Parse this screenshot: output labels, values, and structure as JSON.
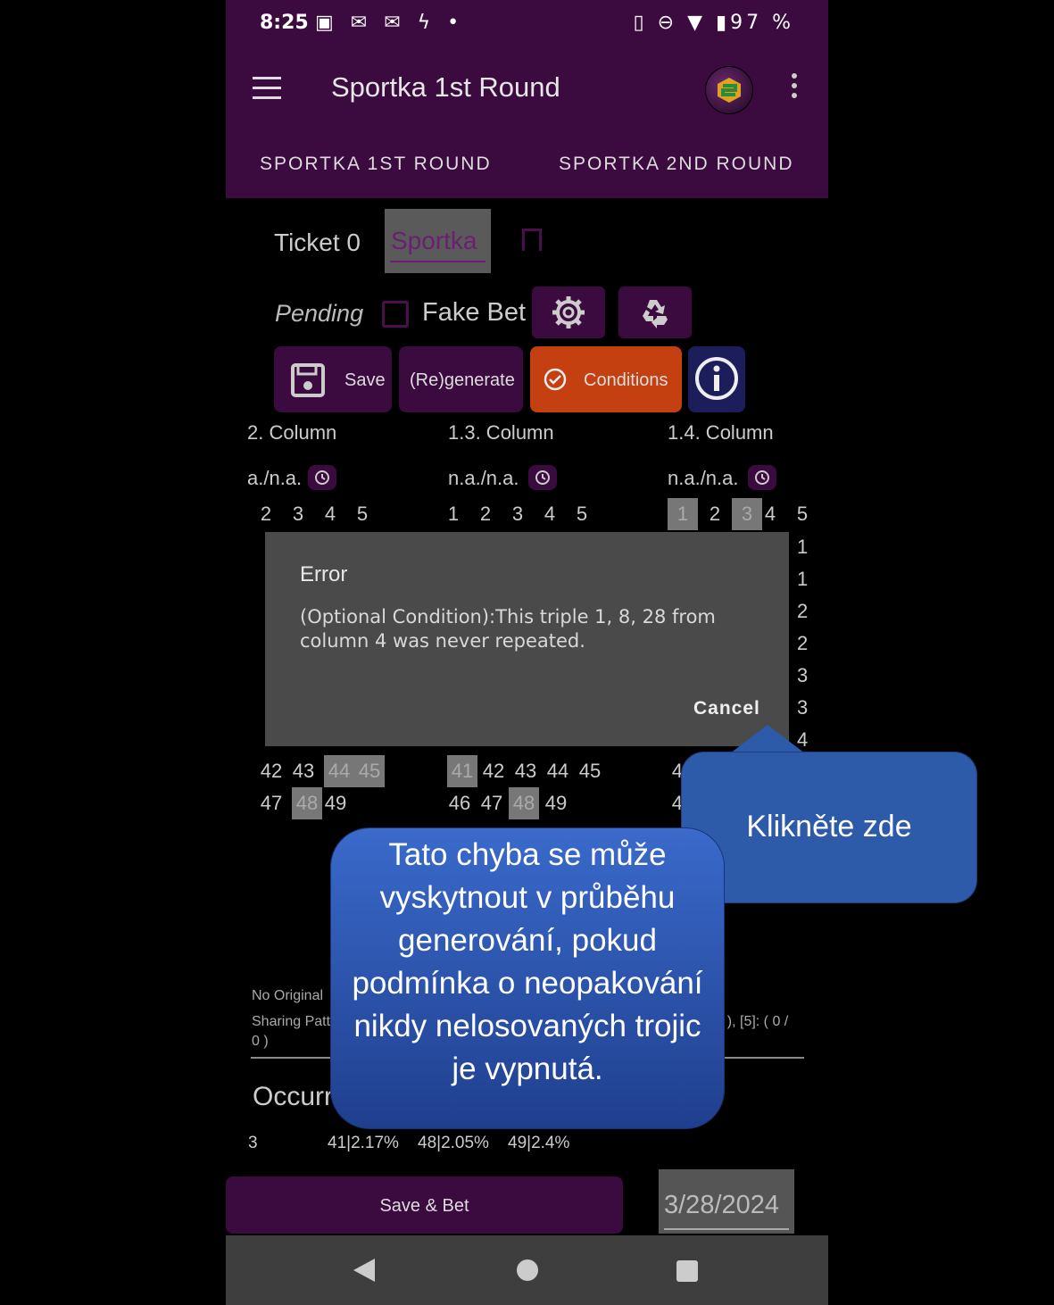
{
  "status_bar": {
    "time": "8:25",
    "battery": "97 %"
  },
  "app_bar": {
    "title": "Sportka 1st Round"
  },
  "tabs": [
    {
      "label": "SPORTKA 1ST ROUND"
    },
    {
      "label": "SPORTKA 2ND ROUND"
    }
  ],
  "ticket": {
    "label": "Ticket 0",
    "name": "Sportka"
  },
  "options": {
    "pending_label": "Pending",
    "fake_bet_label": "Fake Bet"
  },
  "actions": {
    "save": "Save",
    "regenerate": "(Re)generate",
    "conditions": "Conditions"
  },
  "columns": [
    {
      "title": "2. Column",
      "stats": "a./n.a."
    },
    {
      "title": "1.3. Column",
      "stats": "n.a./n.a."
    },
    {
      "title": "1.4. Column",
      "stats": "n.a./n.a."
    }
  ],
  "number_rows": {
    "row1": [
      "2",
      "3",
      "4",
      "5",
      "1",
      "2",
      "3",
      "4",
      "5",
      "1",
      "2",
      "3",
      "4",
      "5"
    ],
    "row_41": [
      "42",
      "43",
      "44",
      "45",
      "41",
      "42",
      "43",
      "44",
      "45",
      "41"
    ],
    "row_46": [
      "47",
      "48",
      "49",
      "46",
      "47",
      "48",
      "49",
      "46"
    ],
    "right_edge": [
      "1",
      "1",
      "2",
      "2",
      "3",
      "3",
      "4"
    ]
  },
  "dialog": {
    "title": "Error",
    "message": "(Optional Condition):This triple 1, 8, 28 from column 4 was never repeated.",
    "cancel": "Cancel"
  },
  "footer_info": {
    "no_original": "No Original",
    "sharing": "Sharing Patt",
    "sharing_cont": "0 )",
    "sharing_right": ") ), [5]: ( 0 /",
    "occurrence": "Occurr",
    "row_count": "3",
    "stat1": "41|2.17%",
    "stat2": "48|2.05%",
    "stat3": "49|2.4%"
  },
  "bottom": {
    "save_bet": "Save & Bet",
    "date": "3/28/2024"
  },
  "callouts": {
    "click_here": "Klikněte zde",
    "explanation": "Tato chyba se může vyskytnout v průběhu generování, pokud podmínka o neopakování nikdy nelosovaných trojic je vypnutá."
  },
  "colors": {
    "primary": "#3b0a3e",
    "accent_orange": "#c44010",
    "info_blue": "#1c1e5c",
    "callout_blue": "#2e5aaa"
  }
}
